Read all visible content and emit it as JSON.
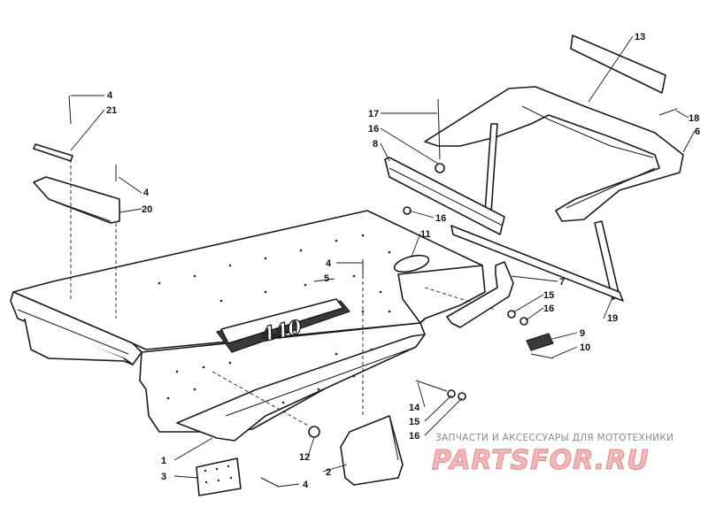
{
  "watermark": {
    "caption": "ЗАПЧАСТИ И АКСЕССУАРЫ ДЛЯ МОТОТЕХНИКИ",
    "brand": "PARTSFOR.RU"
  },
  "emblem_text": "440",
  "callouts": [
    {
      "id": "c-4a",
      "label": "4"
    },
    {
      "id": "c-21",
      "label": "21"
    },
    {
      "id": "c-4b",
      "label": "4"
    },
    {
      "id": "c-20",
      "label": "20"
    },
    {
      "id": "c-4c",
      "label": "4"
    },
    {
      "id": "c-5",
      "label": "5"
    },
    {
      "id": "c-11",
      "label": "11"
    },
    {
      "id": "c-17",
      "label": "17"
    },
    {
      "id": "c-16a",
      "label": "16"
    },
    {
      "id": "c-8",
      "label": "8"
    },
    {
      "id": "c-16b",
      "label": "16"
    },
    {
      "id": "c-13",
      "label": "13"
    },
    {
      "id": "c-18",
      "label": "18"
    },
    {
      "id": "c-6",
      "label": "6"
    },
    {
      "id": "c-7",
      "label": "7"
    },
    {
      "id": "c-15a",
      "label": "15"
    },
    {
      "id": "c-16c",
      "label": "16"
    },
    {
      "id": "c-19",
      "label": "19"
    },
    {
      "id": "c-9",
      "label": "9"
    },
    {
      "id": "c-10",
      "label": "10"
    },
    {
      "id": "c-14",
      "label": "14"
    },
    {
      "id": "c-15b",
      "label": "15"
    },
    {
      "id": "c-16d",
      "label": "16"
    },
    {
      "id": "c-1",
      "label": "1"
    },
    {
      "id": "c-12",
      "label": "12"
    },
    {
      "id": "c-2",
      "label": "2"
    },
    {
      "id": "c-3",
      "label": "3"
    },
    {
      "id": "c-4d",
      "label": "4"
    }
  ]
}
